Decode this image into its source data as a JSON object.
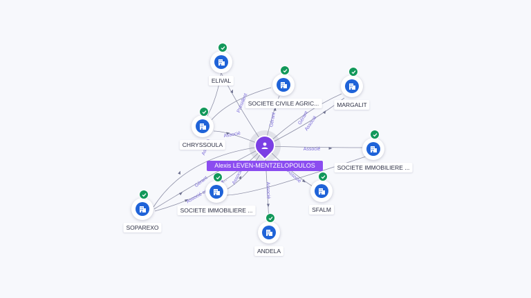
{
  "center": {
    "label": "Alexis LEVEN-MENTZELOPOULOS",
    "icon": "person-icon",
    "color": "#8b4cf0"
  },
  "nodes": [
    {
      "id": "elival",
      "label": "ELIVAL",
      "icon": "building-icon",
      "verified": true
    },
    {
      "id": "sca",
      "label": "SOCIETE CIVILE AGRIC...",
      "icon": "building-icon",
      "verified": true
    },
    {
      "id": "margalit",
      "label": "MARGALIT",
      "icon": "building-icon",
      "verified": true
    },
    {
      "id": "chryssoula",
      "label": "CHRYSSOULA",
      "icon": "building-icon",
      "verified": true
    },
    {
      "id": "sim_right",
      "label": "SOCIETE IMMOBILIERE ...",
      "icon": "building-icon",
      "verified": true
    },
    {
      "id": "sim_left",
      "label": "SOCIETE IMMOBILIERE ...",
      "icon": "building-icon",
      "verified": true
    },
    {
      "id": "sfalm",
      "label": "SFALM",
      "icon": "building-icon",
      "verified": true
    },
    {
      "id": "soparexo",
      "label": "SOPAREXO",
      "icon": "building-icon",
      "verified": true
    },
    {
      "id": "andela",
      "label": "ANDELA",
      "icon": "building-icon",
      "verified": true
    }
  ],
  "edges": [
    {
      "to": "elival",
      "label": "Président"
    },
    {
      "to": "sca",
      "label": "Gérant"
    },
    {
      "to": "margalit",
      "label": "Gérant"
    },
    {
      "to": "margalit",
      "label": "Associé"
    },
    {
      "to": "chryssoula",
      "label": "Associé"
    },
    {
      "to": "sim_right",
      "label": "Associé"
    },
    {
      "to": "sim_left",
      "label": "Associé"
    },
    {
      "to": "sfalm",
      "label": "Associé"
    },
    {
      "to": "soparexo",
      "label": "Associé"
    },
    {
      "to": "soparexo",
      "label": "Gérant"
    },
    {
      "to": "soparexo",
      "label": "Associé commandit..."
    },
    {
      "to": "andela",
      "label": "Associé"
    }
  ],
  "colors": {
    "company": "#1f63d8",
    "verified": "#12985a",
    "edge": "#8d8fa6",
    "edge_label": "#7a6ad8"
  }
}
